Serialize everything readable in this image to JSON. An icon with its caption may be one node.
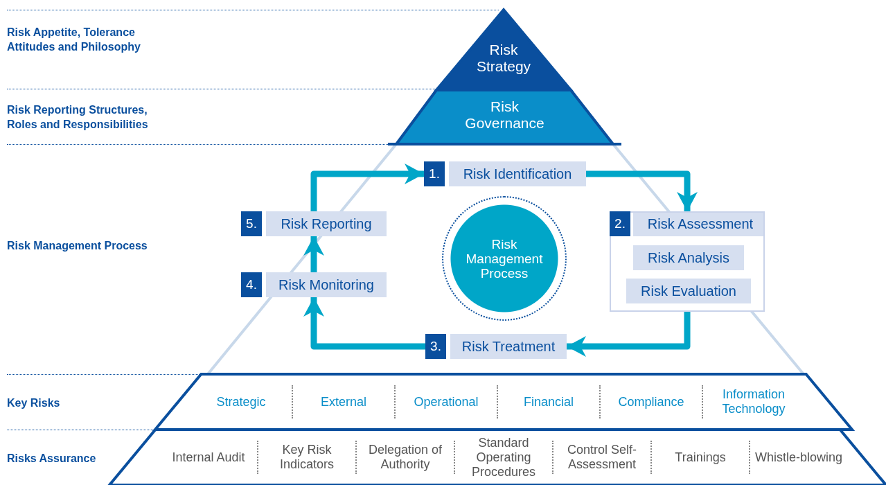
{
  "diagram": {
    "nodes": [
      {
        "text": [
          "Risk Strategy"
        ]
      },
      {
        "text": [
          "Risk Governance"
        ]
      },
      {
        "text": [
          "1.",
          "Risk Identification"
        ]
      },
      {
        "text": [
          "2.",
          "Risk Assessment"
        ]
      },
      {
        "text": [
          "Risk Analysis"
        ],
        "in": 3
      },
      {
        "text": [
          "Risk Evaluation"
        ],
        "in": 3
      },
      {
        "text": [
          "3.",
          "Risk Treatment"
        ]
      },
      {
        "text": [
          "4.",
          "Risk Monitoring"
        ]
      },
      {
        "text": [
          "5.",
          "Risk Reporting"
        ]
      },
      {
        "text": [
          "Risk Management Process"
        ]
      },
      {
        "text": [],
        "shape": "band"
      },
      {
        "text": [
          "Strategic"
        ],
        "in": 10
      },
      {
        "text": [
          "External"
        ],
        "in": 10
      },
      {
        "text": [
          "Operational"
        ],
        "in": 10
      },
      {
        "text": [
          "Financial"
        ],
        "in": 10
      },
      {
        "text": [
          "Compliance"
        ],
        "in": 10
      },
      {
        "text": [
          "Information Technology"
        ],
        "in": 10
      },
      {
        "text": [],
        "shape": "band"
      },
      {
        "text": [
          "Internal Audit"
        ],
        "in": 17
      },
      {
        "text": [
          "Key Risk Indicators"
        ],
        "in": 17
      },
      {
        "text": [
          "Delegation of Authority"
        ],
        "in": 17
      },
      {
        "text": [
          "Standard Operating Procedures"
        ],
        "in": 17
      },
      {
        "text": [
          "Control Self-Assessment"
        ],
        "in": 17
      },
      {
        "text": [
          "Trainings"
        ],
        "in": 17
      },
      {
        "text": [
          "Whistle-blowing"
        ],
        "in": 17
      }
    ],
    "edges": [
      {
        "from": 2,
        "to": 3,
        "arrow": "to"
      },
      {
        "from": 3,
        "to": 6,
        "arrow": "to"
      },
      {
        "from": 6,
        "to": 7,
        "arrow": "to"
      },
      {
        "from": 7,
        "to": 8,
        "arrow": "to"
      },
      {
        "from": 8,
        "to": 2,
        "arrow": "to"
      }
    ],
    "labels": [
      "Risk Appetite, Tolerance Attitudes and Philosophy",
      "Risk Reporting Structures, Roles and Responsibilities",
      "Risk Management Process",
      "Key Risks",
      "Risks Assurance"
    ]
  }
}
